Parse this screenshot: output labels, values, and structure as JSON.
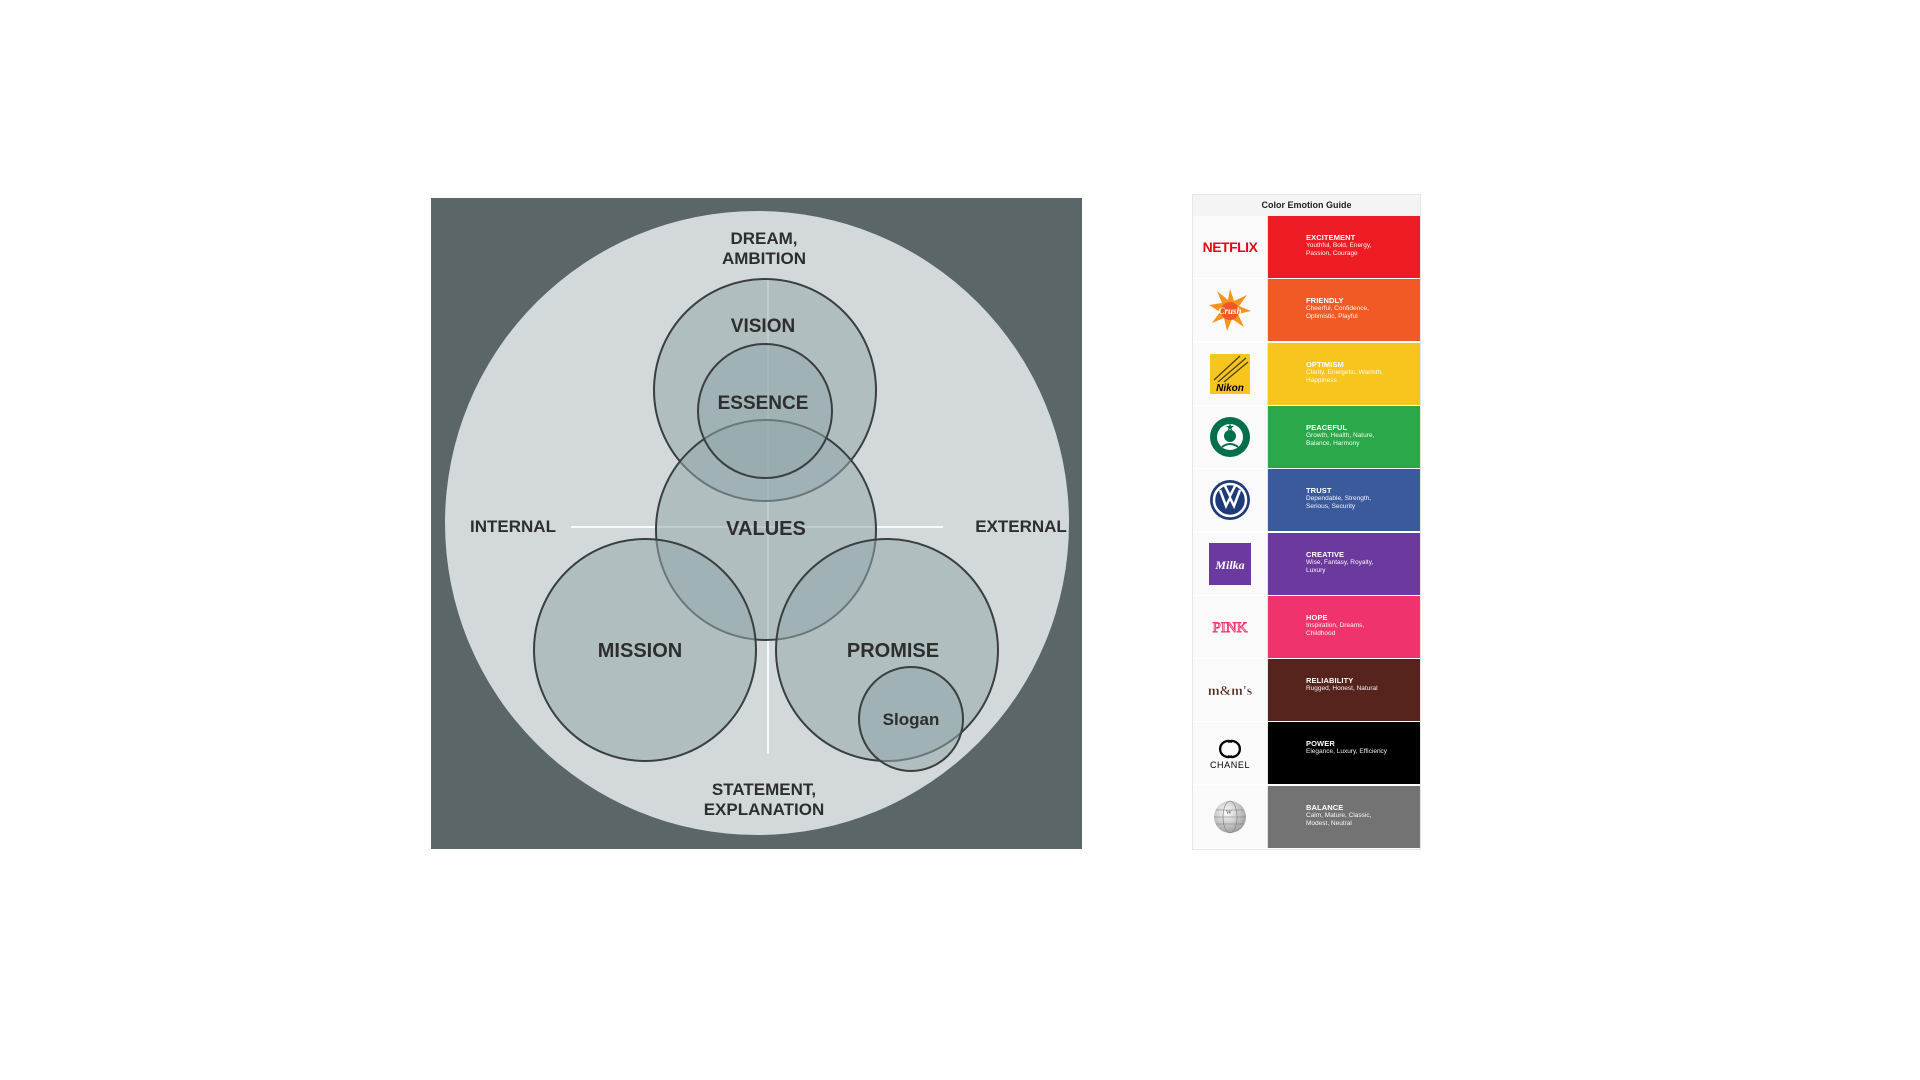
{
  "diagram": {
    "labels": {
      "dream_line1": "DREAM,",
      "dream_line2": "AMBITION",
      "vision": "VISION",
      "essence": "ESSENCE",
      "values": "VALUES",
      "internal": "INTERNAL",
      "external": "EXTERNAL",
      "mission": "MISSION",
      "promise": "PROMISE",
      "slogan": "Slogan",
      "statement_line1": "STATEMENT,",
      "statement_line2": "EXPLANATION"
    },
    "colors": {
      "background": "#5b6669",
      "outer_circle": "#d3d9da",
      "inner_circle": "#a9b9bb",
      "stroke": "#3a3f40"
    }
  },
  "color_guide": {
    "title": "Color Emotion Guide",
    "rows": [
      {
        "brand": "NETFLIX",
        "logo_icon": "netflix-logo",
        "emotion": "EXCITEMENT",
        "traits": "Youthful, Bold, Energy, Passion, Courage",
        "color": "#ee1c25"
      },
      {
        "brand": "Crush",
        "logo_icon": "crush-logo",
        "emotion": "FRIENDLY",
        "traits": "Cheerful, Confidence, Optimistic, Playful",
        "color": "#f15a24"
      },
      {
        "brand": "Nikon",
        "logo_icon": "nikon-logo",
        "emotion": "OPTIMISM",
        "traits": "Clarity, Energetic, Warmth, Happiness",
        "color": "#f7c51e"
      },
      {
        "brand": "Starbucks",
        "logo_icon": "starbucks-logo",
        "emotion": "PEACEFUL",
        "traits": "Growth, Health, Nature, Balance, Harmony",
        "color": "#2aa84a"
      },
      {
        "brand": "VW",
        "logo_icon": "volkswagen-logo",
        "emotion": "TRUST",
        "traits": "Dependable, Strength, Serious, Security",
        "color": "#3a5a9c"
      },
      {
        "brand": "Milka",
        "logo_icon": "milka-logo",
        "emotion": "CREATIVE",
        "traits": "Wise, Fantasy, Royalty, Luxury",
        "color": "#6c3a9e"
      },
      {
        "brand": "PINK",
        "logo_icon": "pink-logo",
        "emotion": "HOPE",
        "traits": "Inspiration, Dreams, Childhood",
        "color": "#f0336d"
      },
      {
        "brand": "m&m's",
        "logo_icon": "mms-logo",
        "emotion": "RELIABILITY",
        "traits": "Rugged, Honest, Natural",
        "color": "#56241d"
      },
      {
        "brand": "CHANEL",
        "logo_icon": "chanel-logo",
        "emotion": "POWER",
        "traits": "Elegance, Luxury, Efficiency",
        "color": "#000000"
      },
      {
        "brand": "Wikipedia",
        "logo_icon": "wikipedia-globe-logo",
        "emotion": "BALANCE",
        "traits": "Calm, Mature, Classic, Modest, Neutral",
        "color": "#737373"
      }
    ]
  }
}
